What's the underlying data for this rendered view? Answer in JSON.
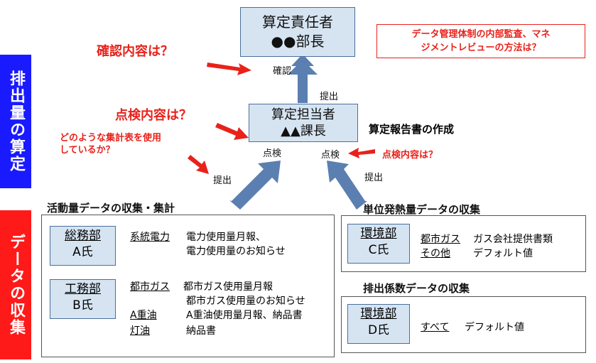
{
  "side_bands": {
    "emissions": "排出量の算定",
    "data_collection": "データの収集"
  },
  "top_box": {
    "line1": "算定責任者",
    "line2": "●●部長"
  },
  "mid_box": {
    "line1": "算定担当者",
    "line2": "▲▲課長"
  },
  "red_note": {
    "line1": "データ管理体制の内部監査、マネ",
    "line2": "ジメントレビューの方法は？"
  },
  "questions": {
    "confirm_content": "確認内容は？",
    "inspect_content": "点検内容は？",
    "which_table": "どのような集計表を使用",
    "which_table_2": "しているか？",
    "inspect_content_2": "点検内容は？"
  },
  "labels": {
    "confirm": "確認",
    "submit_top": "提出",
    "report_creation": "算定報告書の作成",
    "inspect_left": "点検",
    "inspect_right": "点検",
    "submit_left": "提出",
    "submit_right": "提出"
  },
  "activity_section": {
    "title": "活動量データの収集・集計",
    "dept1": {
      "name": "総務部",
      "person": "A氏"
    },
    "dept1_rows": [
      {
        "item": "系統電力",
        "desc": "電力使用量月報、"
      },
      {
        "item": "",
        "desc": "電力使用量のお知らせ"
      }
    ],
    "dept2": {
      "name": "工務部",
      "person": "B氏"
    },
    "dept2_rows": [
      {
        "item": "都市ガス",
        "desc": "都市ガス使用量月報"
      },
      {
        "item": "",
        "desc": "都市ガス使用量のお知らせ"
      },
      {
        "item": "A重油",
        "desc": "A重油使用量月報、納品書"
      },
      {
        "item": "灯油",
        "desc": "納品書"
      }
    ]
  },
  "heat_section": {
    "title": "単位発熱量データの収集",
    "dept": {
      "name": "環境部",
      "person": "C氏"
    },
    "rows": [
      {
        "item": "都市ガス",
        "desc": "ガス会社提供書類"
      },
      {
        "item": "その他",
        "desc": "デフォルト値"
      }
    ]
  },
  "emission_factor_section": {
    "title": "排出係数データの収集",
    "dept": {
      "name": "環境部",
      "person": "D氏"
    },
    "rows": [
      {
        "item": "すべて",
        "desc": "デフォルト値"
      }
    ]
  },
  "colors": {
    "band_blue": "#1a1aff",
    "band_red": "#ff1a1a",
    "box_fill": "#d6e4f2",
    "arrow_blue": "#5b7fb0",
    "arrow_red": "#e8221b",
    "text_red": "#e8221b"
  }
}
